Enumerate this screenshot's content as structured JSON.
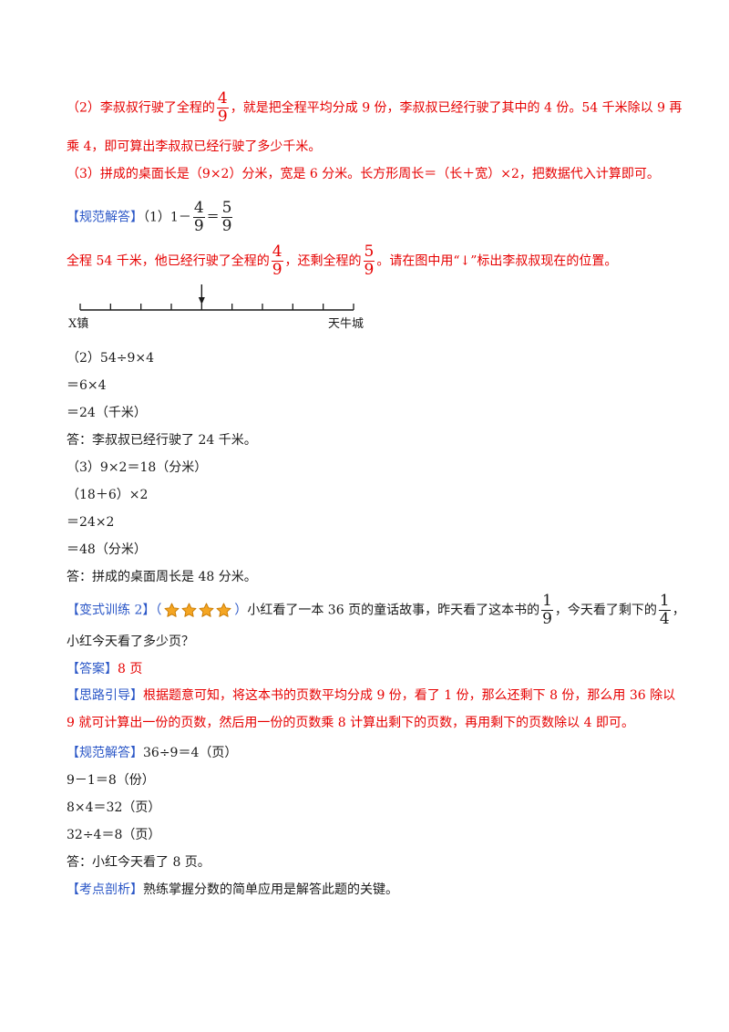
{
  "p2_hint": {
    "a": "（2）李叔叔行驶了全程的",
    "f_n": "4",
    "f_d": "9",
    "b": "，就是把全程平均分成 9 份，李叔叔已经行驶了其中的 4 份。54 千米除以 9 再",
    "c": "乘 4，即可算出李叔叔已经行驶了多少千米。"
  },
  "p3_hint": "（3）拼成的桌面长是（9×2）分米，宽是 6 分米。长方形周长＝（长＋宽）×2，把数据代入计算即可。",
  "sol1": {
    "tag": "【规范解答】",
    "a": "（1）1－",
    "f1_n": "4",
    "f1_d": "9",
    "eq": "＝",
    "f2_n": "5",
    "f2_d": "9"
  },
  "sol1_text": {
    "a": "全程 54 千米，他已经行驶了全程的",
    "f1_n": "4",
    "f1_d": "9",
    "b": "，还剩全程的",
    "f2_n": "5",
    "f2_d": "9",
    "c": "。请在图中用“↓”标出李叔叔现在的位置。"
  },
  "numberline": {
    "left_label": "X镇",
    "right_label": "天牛城",
    "segments": 9,
    "marker_at": 4
  },
  "sol2": [
    "（2）54÷9×4",
    "＝6×4",
    "＝24（千米）",
    "答：李叔叔已经行驶了 24 千米。"
  ],
  "sol3": [
    "（3）9×2＝18（分米）",
    "（18＋6）×2",
    "＝24×2",
    "＝48（分米）",
    "答：拼成的桌面周长是 48 分米。"
  ],
  "variant": {
    "tag": "【变式训练 2】",
    "paren_open": "（",
    "paren_close": "）",
    "star_count": 4,
    "star_color": "#f5a623",
    "a": "小红看了一本 36 页的童话故事，昨天看了这本书的",
    "f1_n": "1",
    "f1_d": "9",
    "b": "，今天看了剩下的",
    "f2_n": "1",
    "f2_d": "4",
    "c": "，",
    "line2": "小红今天看了多少页？"
  },
  "answer": {
    "tag": "【答案】",
    "text": "8 页"
  },
  "guide": {
    "tag": "【思路引导】",
    "text1": "根据题意可知，将这本书的页数平均分成 9 份，看了 1 份，那么还剩下 8 份，那么用 36 除以",
    "text2": "9 就可计算出一份的页数，然后用一份的页数乘 8 计算出剩下的页数，再用剩下的页数除以 4 即可。"
  },
  "solution": {
    "tag": "【规范解答】",
    "l1": "36÷9＝4（页）",
    "l2": "9－1＝8（份）",
    "l3": "8×4＝32（页）",
    "l4": "32÷4＝8（页）",
    "l5": "答：小红今天看了 8 页。"
  },
  "analysis": {
    "tag": "【考点剖析】",
    "text": "熟练掌握分数的简单应用是解答此题的关键。"
  }
}
